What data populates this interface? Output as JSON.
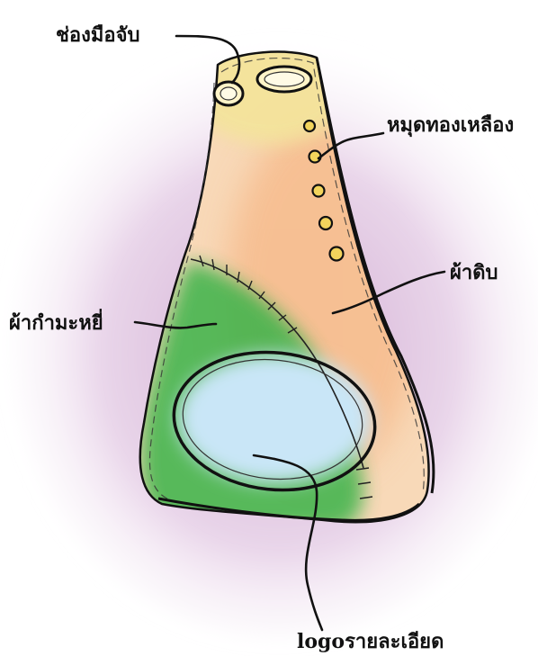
{
  "labels": {
    "handle_hole": "ช่องมือจับ",
    "gold_rivets": "หมุดทองเหลือง",
    "raw_fabric": "ผ้าดิบ",
    "velvet_fabric": "ผ้ากำมะหยี่",
    "detailed_logo": "logoรายละเอียด"
  },
  "colors": {
    "raw_fabric": "#f6c79a",
    "velvet": "#3bb34a",
    "logo_area": "#c9e6f7",
    "handle_area": "#f3e49a",
    "rivet": "#f2d45c",
    "background_glow": "#c79ac9",
    "outline": "#111111"
  }
}
